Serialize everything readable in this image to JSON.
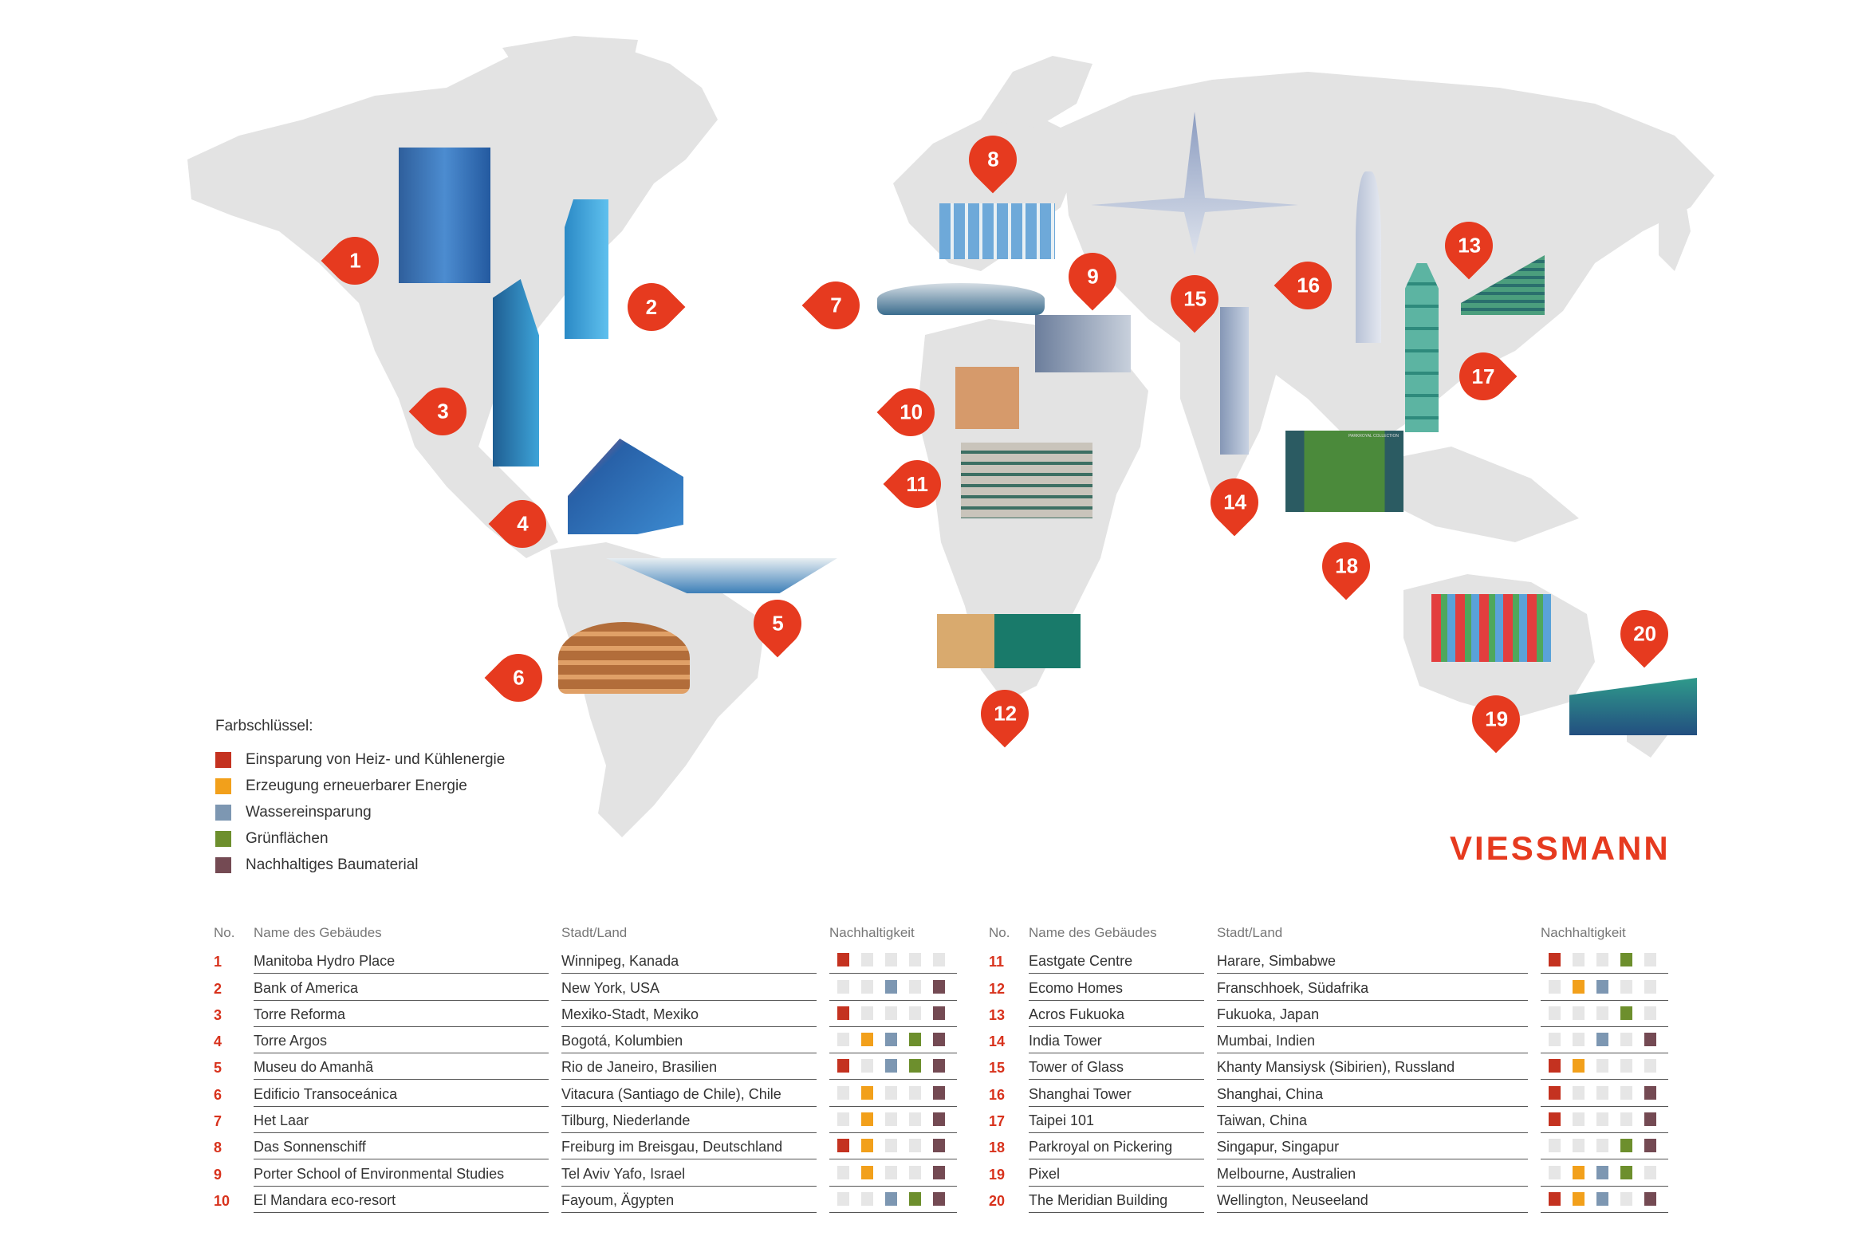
{
  "legend": {
    "title": "Farbschlüssel:",
    "items": [
      {
        "label": "Einsparung von Heiz- und Kühlenergie",
        "color": "#c43220"
      },
      {
        "label": "Erzeugung erneuerbarer Energie",
        "color": "#f2a01b"
      },
      {
        "label": "Wassereinsparung",
        "color": "#7d97b2"
      },
      {
        "label": "Grünflächen",
        "color": "#6d8f2d"
      },
      {
        "label": "Nachhaltiges Baumaterial",
        "color": "#744a53"
      }
    ]
  },
  "logo": "VIESSMANN",
  "table_headers": {
    "no": "No.",
    "name": "Name des Gebäudes",
    "city": "Stadt/Land",
    "sust": "Nachhaltigkeit"
  },
  "buildings": [
    {
      "no": "1",
      "name": "Manitoba Hydro Place",
      "city": "Winnipeg, Kanada",
      "flags": [
        1,
        0,
        0,
        0,
        0
      ]
    },
    {
      "no": "2",
      "name": "Bank of America",
      "city": "New York, USA",
      "flags": [
        0,
        0,
        1,
        0,
        1
      ]
    },
    {
      "no": "3",
      "name": "Torre Reforma",
      "city": "Mexiko-Stadt, Mexiko",
      "flags": [
        1,
        0,
        0,
        0,
        1
      ]
    },
    {
      "no": "4",
      "name": "Torre Argos",
      "city": "Bogotá, Kolumbien",
      "flags": [
        0,
        1,
        1,
        1,
        1
      ]
    },
    {
      "no": "5",
      "name": "Museu do Amanhã",
      "city": "Rio de Janeiro, Brasilien",
      "flags": [
        1,
        0,
        1,
        1,
        1
      ]
    },
    {
      "no": "6",
      "name": "Edificio Transoceánica",
      "city": "Vitacura (Santiago de Chile), Chile",
      "flags": [
        0,
        1,
        0,
        0,
        1
      ]
    },
    {
      "no": "7",
      "name": "Het Laar",
      "city": "Tilburg, Niederlande",
      "flags": [
        0,
        1,
        0,
        0,
        1
      ]
    },
    {
      "no": "8",
      "name": "Das Sonnenschiff",
      "city": "Freiburg im Breisgau, Deutschland",
      "flags": [
        1,
        1,
        0,
        0,
        1
      ]
    },
    {
      "no": "9",
      "name": "Porter School of Environmental Studies",
      "city": "Tel Aviv Yafo, Israel",
      "flags": [
        0,
        1,
        0,
        0,
        1
      ]
    },
    {
      "no": "10",
      "name": "El Mandara eco-resort",
      "city": "Fayoum, Ägypten",
      "flags": [
        0,
        0,
        1,
        1,
        1
      ]
    },
    {
      "no": "11",
      "name": "Eastgate Centre",
      "city": "Harare, Simbabwe",
      "flags": [
        1,
        0,
        0,
        1,
        0
      ]
    },
    {
      "no": "12",
      "name": "Ecomo Homes",
      "city": "Franschhoek, Südafrika",
      "flags": [
        0,
        1,
        1,
        0,
        0
      ]
    },
    {
      "no": "13",
      "name": "Acros Fukuoka",
      "city": "Fukuoka, Japan",
      "flags": [
        0,
        0,
        0,
        1,
        0
      ]
    },
    {
      "no": "14",
      "name": "India Tower",
      "city": "Mumbai, Indien",
      "flags": [
        0,
        0,
        1,
        0,
        1
      ]
    },
    {
      "no": "15",
      "name": "Tower of Glass",
      "city": "Khanty Mansiysk (Sibirien), Russland",
      "flags": [
        1,
        1,
        0,
        0,
        0
      ]
    },
    {
      "no": "16",
      "name": "Shanghai Tower",
      "city": "Shanghai, China",
      "flags": [
        1,
        0,
        0,
        0,
        1
      ]
    },
    {
      "no": "17",
      "name": "Taipei 101",
      "city": "Taiwan, China",
      "flags": [
        1,
        0,
        0,
        0,
        1
      ]
    },
    {
      "no": "18",
      "name": "Parkroyal on Pickering",
      "city": "Singapur, Singapur",
      "flags": [
        0,
        0,
        0,
        1,
        1
      ]
    },
    {
      "no": "19",
      "name": "Pixel",
      "city": "Melbourne, Australien",
      "flags": [
        0,
        1,
        1,
        1,
        0
      ]
    },
    {
      "no": "20",
      "name": "The Meridian Building",
      "city": "Wellington, Neuseeland",
      "flags": [
        1,
        1,
        1,
        0,
        1
      ]
    }
  ],
  "building_labels": {
    "parkroyal": "PARKROYAL COLLECTION"
  }
}
